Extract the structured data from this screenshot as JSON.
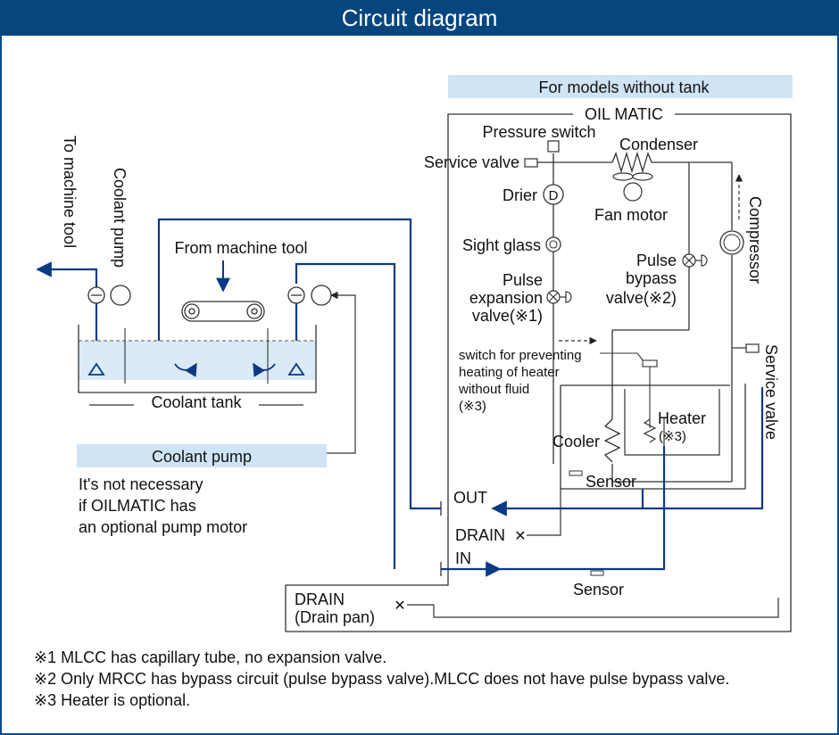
{
  "title": "Circuit diagram",
  "boxes": {
    "without_tank": "For models without tank",
    "coolant_pump_box": "Coolant pump"
  },
  "labels": {
    "oil_matic": "OIL MATIC",
    "pressure_switch": "Pressure switch",
    "service_valve_top": "Service valve",
    "condenser": "Condenser",
    "drier": "Drier",
    "drier_symbol": "D",
    "fan_motor": "Fan motor",
    "compressor": "Compressor",
    "sight_glass": "Sight glass",
    "pulse_bypass_1": "Pulse",
    "pulse_bypass_2": "bypass",
    "pulse_bypass_3": "valve(※2)",
    "pulse_exp_1": "Pulse",
    "pulse_exp_2": "expansion",
    "pulse_exp_3": "valve(※1)",
    "switch_1": "switch for preventing",
    "switch_2": "heating of heater",
    "switch_3": "without fluid",
    "switch_4": "(※3)",
    "heater": "Heater",
    "heater_note": "(※3)",
    "cooler": "Cooler",
    "sensor_inner": "Sensor",
    "service_valve_right": "Service valve",
    "out": "OUT",
    "drain_mid": "DRAIN",
    "in": "IN",
    "sensor_bottom": "Sensor",
    "drain_pan_1": "DRAIN",
    "drain_pan_2": "(Drain pan)",
    "to_machine_tool": "To machine tool",
    "coolant_pump_vertical": "Coolant pump",
    "from_machine_tool": "From machine tool",
    "coolant_tank": "Coolant tank"
  },
  "pump_note": [
    "It's not necessary",
    "if OILMATIC has",
    "an optional pump motor"
  ],
  "footnotes": [
    "※1 MLCC has capillary tube, no expansion valve.",
    "※2 Only MRCC has bypass circuit (pulse bypass valve).MLCC does not have pulse bypass valve.",
    "※3 Heater is optional."
  ],
  "colors": {
    "title_bar": "#06467f",
    "box_fill": "#cfe4f5",
    "flow_line": "#0a3a86",
    "tank_water": "#dbeaf7"
  }
}
